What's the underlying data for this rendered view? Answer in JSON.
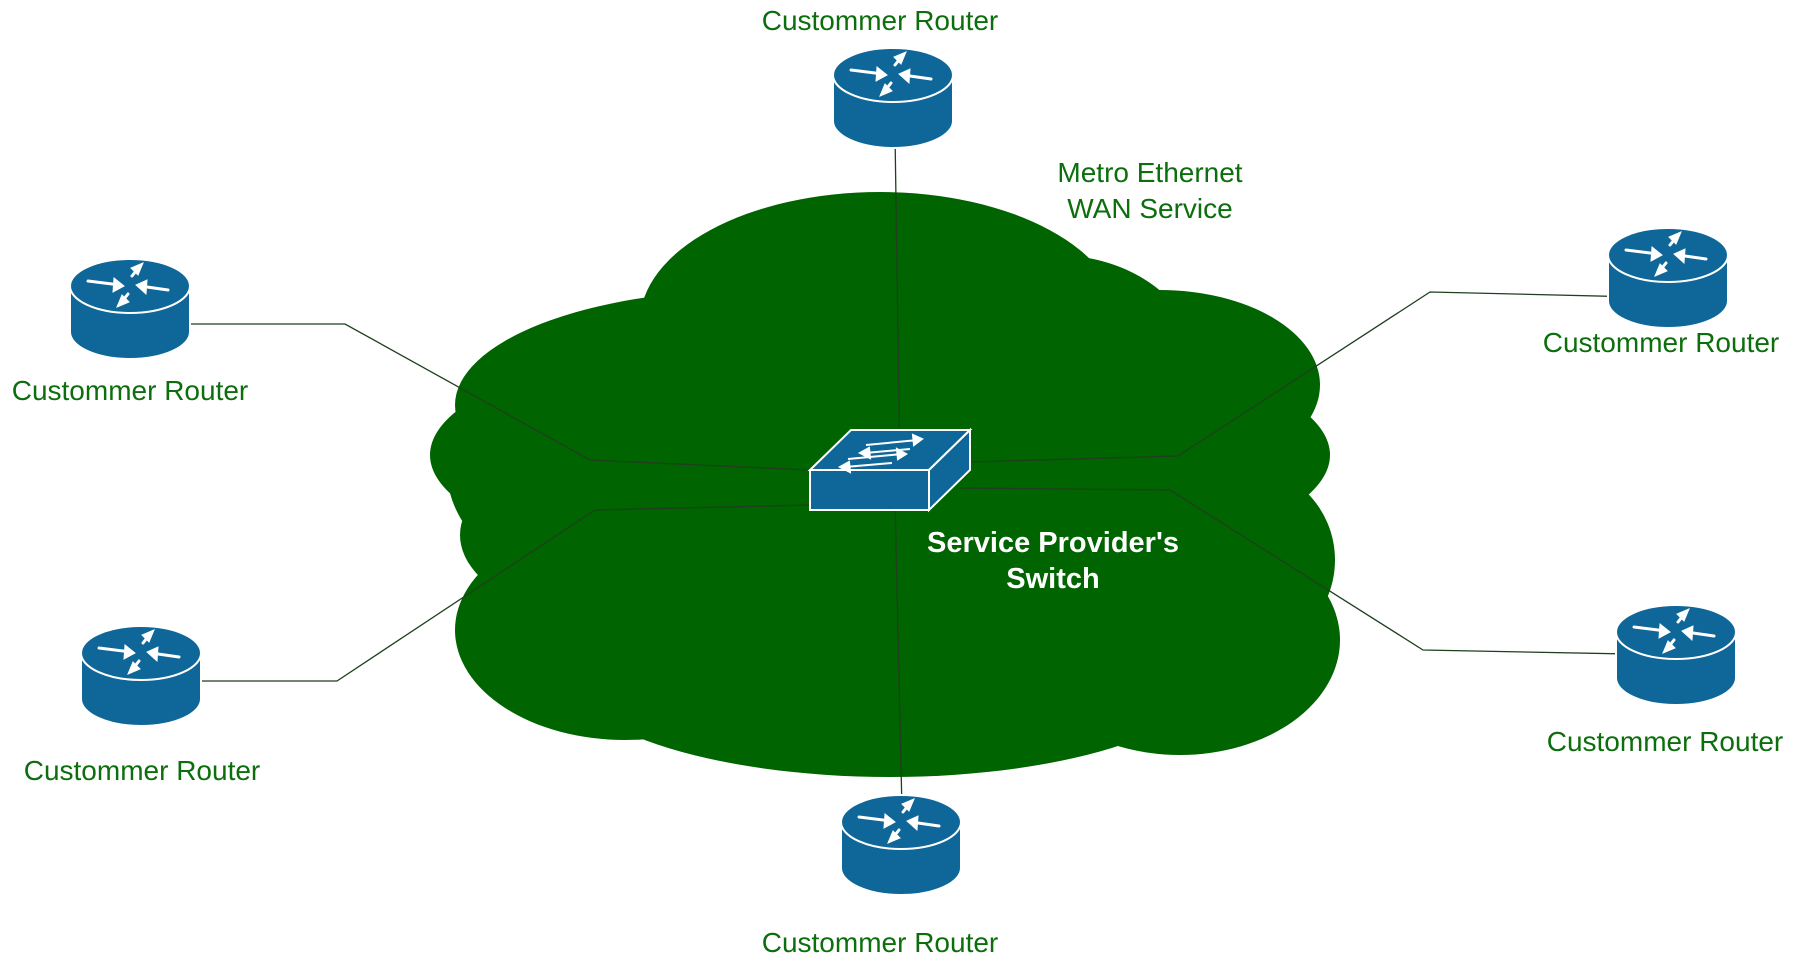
{
  "colors": {
    "cloud": "#006400",
    "device_fill": "#0F6698",
    "device_stroke": "#ffffff",
    "link": "#1f3f1f",
    "label": "#0c6e0c",
    "switch_label": "#ffffff"
  },
  "cloud": {
    "label_line1": "Metro Ethernet",
    "label_line2": "WAN Service"
  },
  "switch": {
    "icon": "layer2-switch-icon",
    "label_line1": "Service Provider's",
    "label_line2": "Switch"
  },
  "routers": [
    {
      "id": "top",
      "icon": "router-icon",
      "label": "Custommer Router"
    },
    {
      "id": "upper-left",
      "icon": "router-icon",
      "label": "Custommer Router"
    },
    {
      "id": "upper-right",
      "icon": "router-icon",
      "label": "Custommer Router"
    },
    {
      "id": "lower-left",
      "icon": "router-icon",
      "label": "Custommer Router"
    },
    {
      "id": "lower-right",
      "icon": "router-icon",
      "label": "Custommer Router"
    },
    {
      "id": "bottom",
      "icon": "router-icon",
      "label": "Custommer Router"
    }
  ]
}
